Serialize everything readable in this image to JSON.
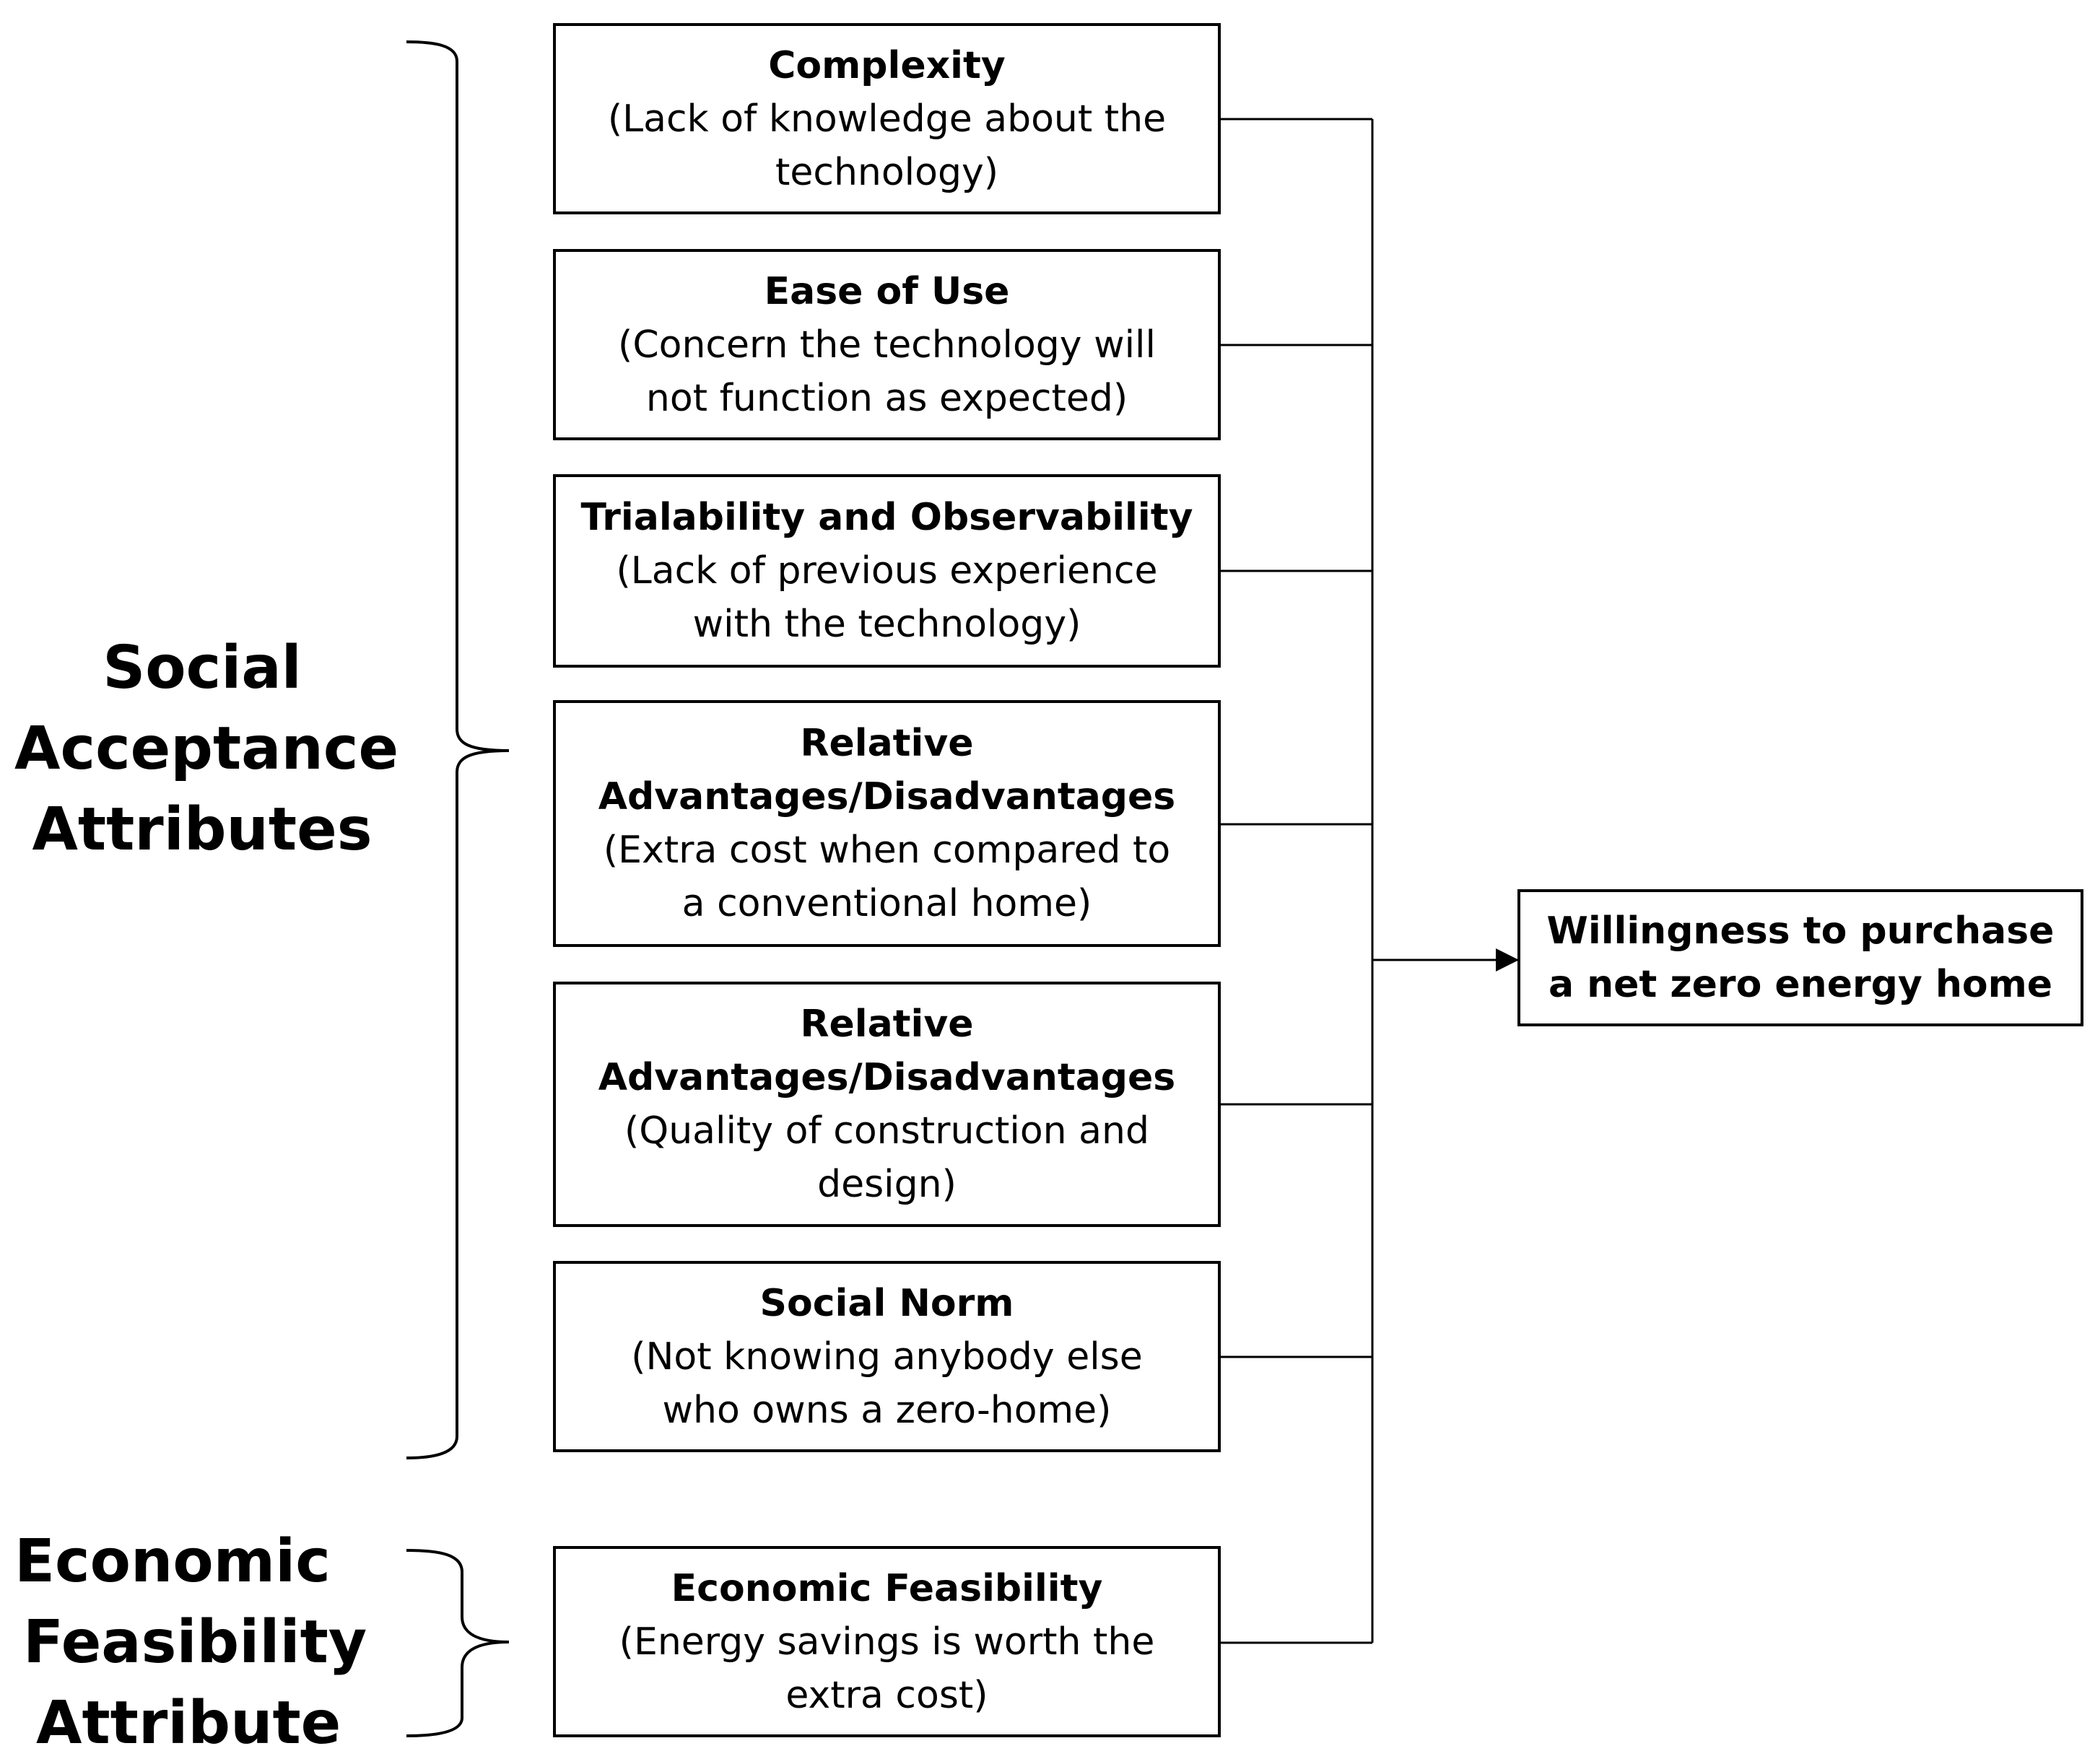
{
  "groups": {
    "social": {
      "lines": [
        "Social",
        "Acceptance",
        "Attributes"
      ]
    },
    "economic": {
      "lines": [
        "Economic",
        "Feasibility",
        "Attribute"
      ]
    }
  },
  "factors": [
    {
      "title": "Complexity",
      "desc_lines": [
        "(Lack of knowledge about the",
        "technology)"
      ]
    },
    {
      "title": "Ease of Use",
      "desc_lines": [
        "(Concern the technology will",
        "not function as expected)"
      ]
    },
    {
      "title": "Trialability and Observability",
      "desc_lines": [
        "(Lack of previous experience",
        "with the technology)"
      ]
    },
    {
      "title": "Relative Advantages/Disadvantages",
      "desc_lines": [
        "(Extra cost when compared to",
        "a conventional home)"
      ]
    },
    {
      "title": "Relative Advantages/Disadvantages",
      "desc_lines": [
        "(Quality of construction and",
        "design)"
      ]
    },
    {
      "title": "Social Norm",
      "desc_lines": [
        "(Not knowing anybody else",
        "who owns a zero-home)"
      ]
    },
    {
      "title": "Economic Feasibility",
      "desc_lines": [
        "(Energy savings is worth the",
        "extra cost)"
      ]
    }
  ],
  "outcome": {
    "label": "Willingness to purchase a net zero energy home"
  }
}
